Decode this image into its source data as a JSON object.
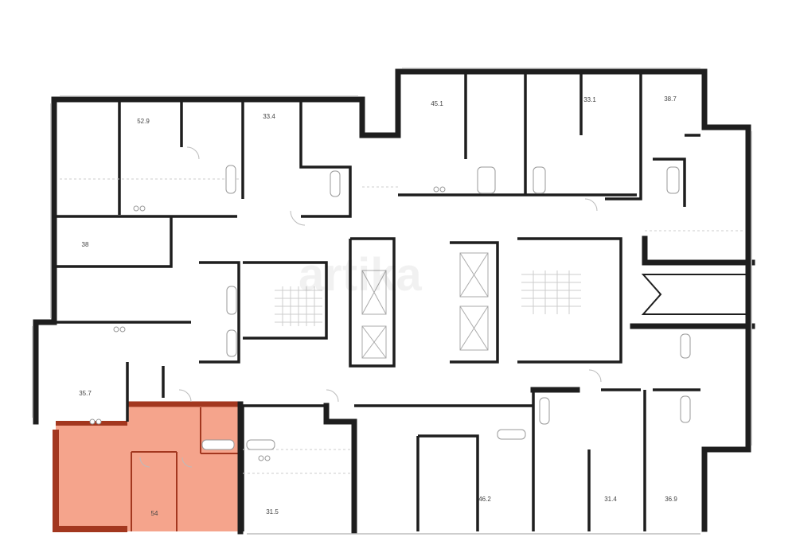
{
  "plan": {
    "highlight_color": "#f5a48c",
    "highlight_wall_color": "#a3371f",
    "wall_color": "#1e1e1e",
    "watermark": "artika",
    "apartments": [
      {
        "area": "52.9",
        "highlighted": false
      },
      {
        "area": "33.4",
        "highlighted": false
      },
      {
        "area": "45.1",
        "highlighted": false
      },
      {
        "area": "33.1",
        "highlighted": false
      },
      {
        "area": "38.7",
        "highlighted": false
      },
      {
        "area": "38",
        "highlighted": false
      },
      {
        "area": "35.7",
        "highlighted": false
      },
      {
        "area": "54",
        "highlighted": true
      },
      {
        "area": "31.5",
        "highlighted": false
      },
      {
        "area": "46.2",
        "highlighted": false
      },
      {
        "area": "31.4",
        "highlighted": false
      },
      {
        "area": "36.9",
        "highlighted": false
      }
    ]
  }
}
